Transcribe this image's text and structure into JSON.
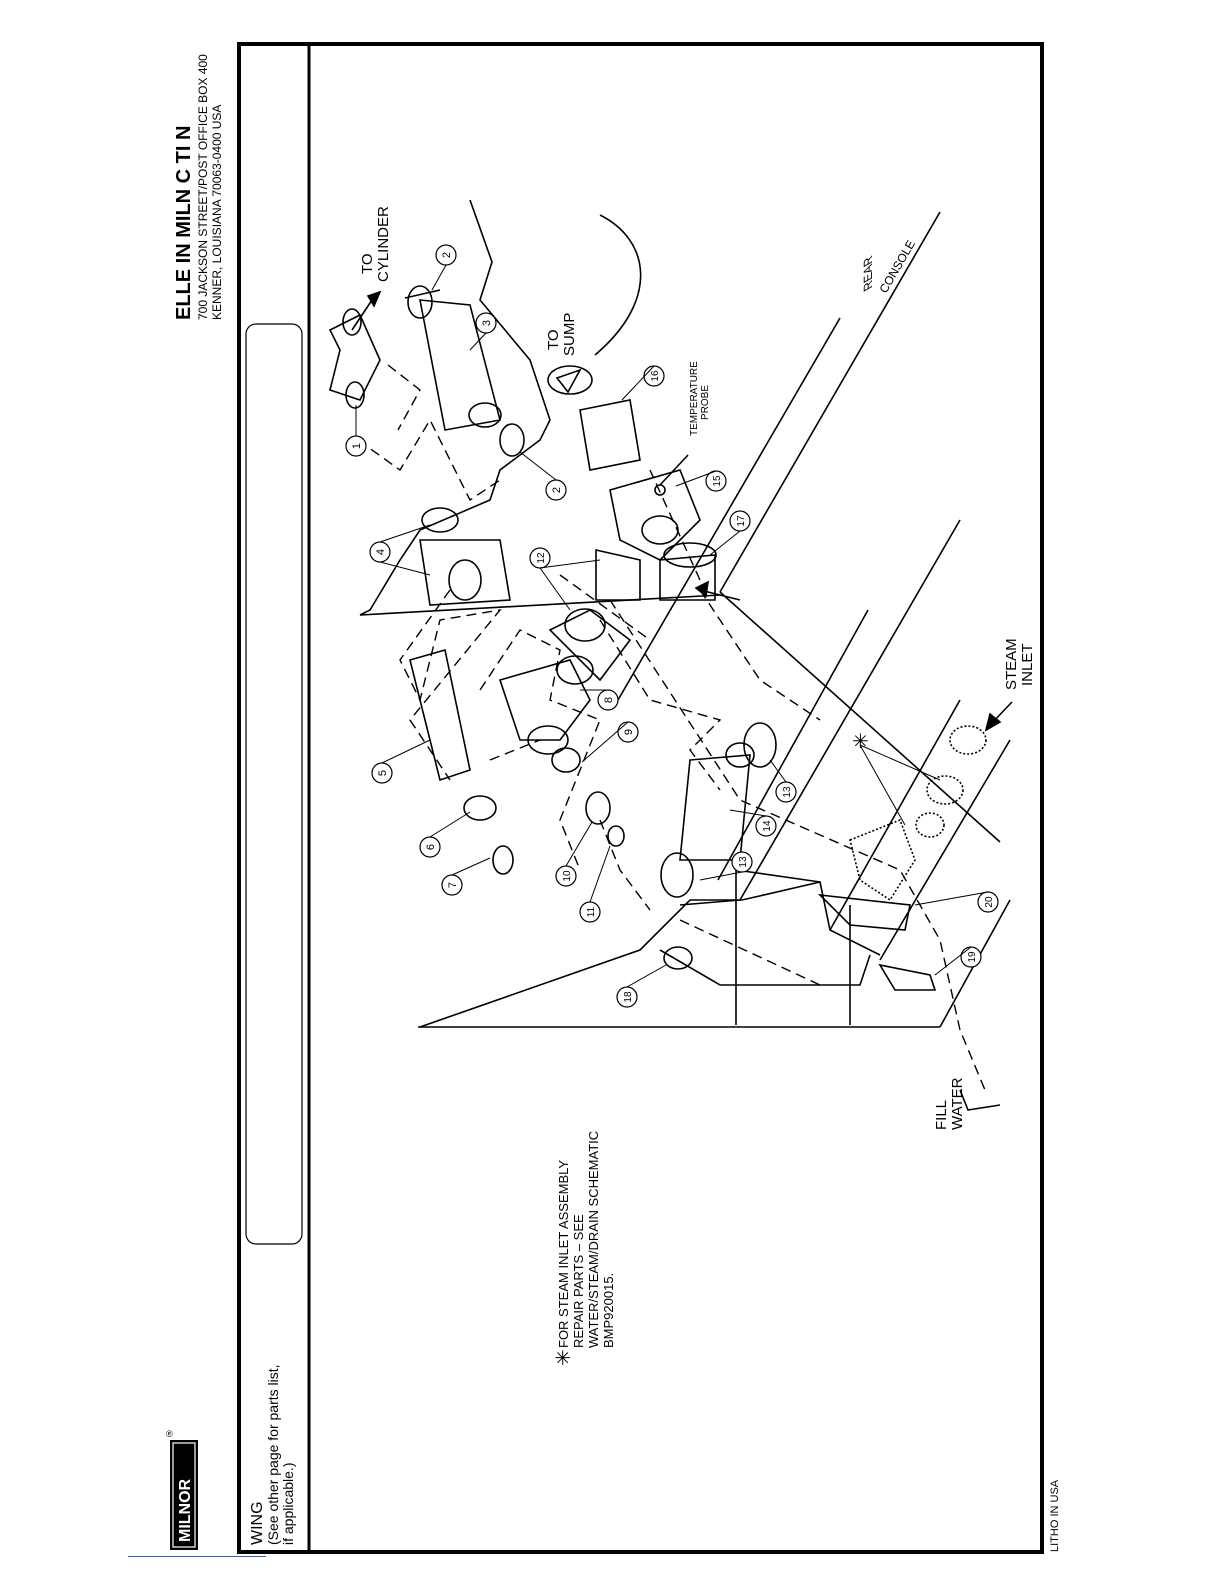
{
  "header": {
    "company": "ELLE   IN MILN     C           TI  N",
    "address_line1": "700 JACKSON STREET/POST OFFICE BOX 400",
    "address_line2": "KENNER, LOUISIANA 70063-0400         USA"
  },
  "footer_bar": {
    "drawing_label": "  WING",
    "note_line1": "(See other page for parts list,",
    "note_line2": "if applicable.)"
  },
  "print_mark": "LITHO IN USA",
  "logo_text": "MILNOR",
  "logo_registered": "®",
  "callouts": [
    "1",
    "2",
    "2",
    "3",
    "4",
    "5",
    "6",
    "7",
    "8",
    "9",
    "10",
    "11",
    "12",
    "13",
    "13",
    "14",
    "15",
    "16",
    "17",
    "18",
    "19",
    "20"
  ],
  "labels": {
    "to": "TO",
    "cylinder": "CYLINDER",
    "sump": "SUMP",
    "rear": "REAR",
    "console": "CONSOLE",
    "temperature": "TEMPERATURE",
    "probe": "PROBE",
    "steam": "STEAM",
    "inlet": "INLET",
    "fill": "FILL",
    "water": "WATER"
  },
  "note": {
    "symbol": "✳",
    "star": "✳",
    "line1": "FOR STEAM INLET ASSEMBLY",
    "line2": "REPAIR PARTS – SEE",
    "line3": "WATER/STEAM/DRAIN SCHEMATIC",
    "line4": "BMP920015."
  }
}
